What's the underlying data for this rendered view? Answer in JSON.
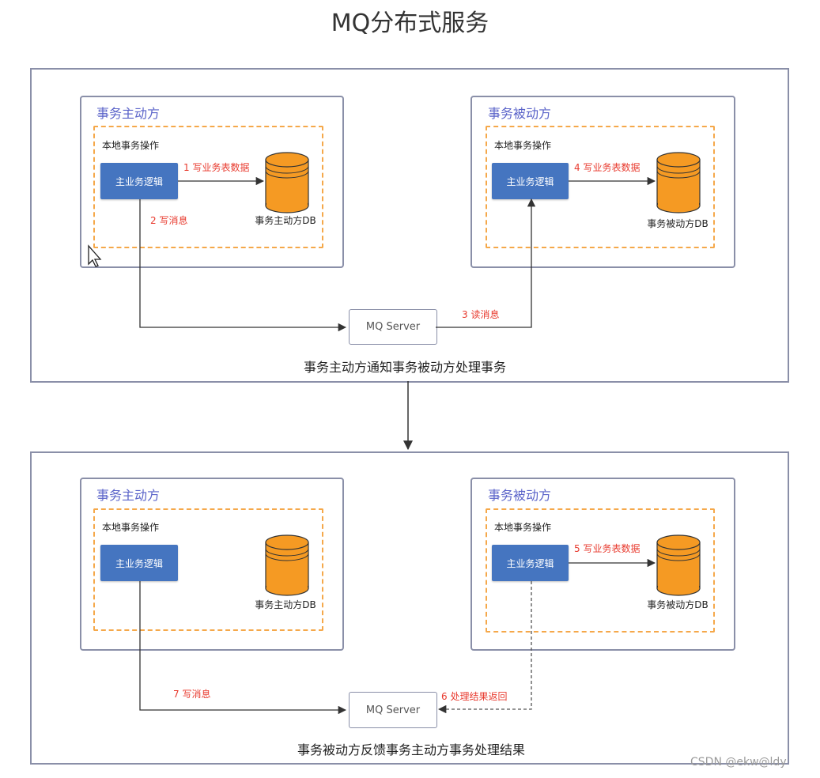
{
  "title": "MQ分布式服务",
  "colors": {
    "frame": "#8a8fa8",
    "party_title": "#5a63c9",
    "dashed": "#f5a84a",
    "logic": "#4575c0",
    "db": "#f59a23",
    "step": "#e83a2e"
  },
  "top": {
    "left_party": {
      "title": "事务主动方",
      "local": "本地事务操作",
      "logic": "主业务逻辑",
      "db": "事务主动方DB"
    },
    "right_party": {
      "title": "事务被动方",
      "local": "本地事务操作",
      "logic": "主业务逻辑",
      "db": "事务被动方DB"
    },
    "steps": {
      "s1": "1 写业务表数据",
      "s2": "2 写消息",
      "s3": "3 读消息",
      "s4": "4 写业务表数据"
    },
    "mq": "MQ Server",
    "caption": "事务主动方通知事务被动方处理事务"
  },
  "bottom": {
    "left_party": {
      "title": "事务主动方",
      "local": "本地事务操作",
      "logic": "主业务逻辑",
      "db": "事务主动方DB"
    },
    "right_party": {
      "title": "事务被动方",
      "local": "本地事务操作",
      "logic": "主业务逻辑",
      "db": "事务被动方DB"
    },
    "steps": {
      "s5": "5 写业务表数据",
      "s6": "6 处理结果返回",
      "s7": "7 写消息"
    },
    "mq": "MQ Server",
    "caption": "事务被动方反馈事务主动方事务处理结果"
  },
  "icons": {
    "database": "database-cylinder-icon",
    "cursor": "mouse-pointer-icon"
  },
  "watermark": "CSDN @ekw@ldy"
}
